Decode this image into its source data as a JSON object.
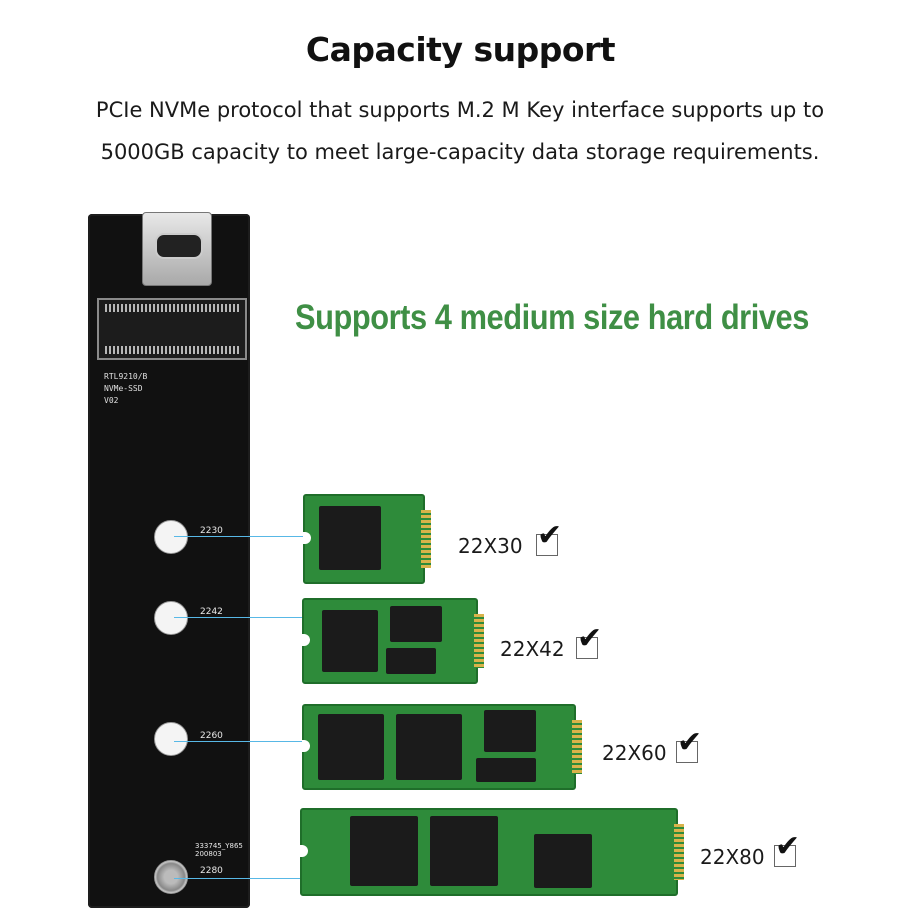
{
  "title": "Capacity support",
  "description": {
    "line1": "PCIe NVMe protocol that supports M.2 M Key interface supports up to",
    "line2": "5000GB capacity to meet large-capacity data storage requirements."
  },
  "headline": "Supports 4 medium size hard drives",
  "board": {
    "silkscreen": [
      "RTL9210/B",
      "NVMe-SSD",
      "V02"
    ],
    "serial": "333745_Y865\n200803",
    "hole_labels": [
      "2230",
      "2242",
      "2260",
      "2280"
    ]
  },
  "drives": [
    {
      "size": "22X30",
      "checked": true
    },
    {
      "size": "22X42",
      "checked": true
    },
    {
      "size": "22X60",
      "checked": true
    },
    {
      "size": "22X80",
      "checked": true
    }
  ],
  "colors": {
    "headline": "#3f8f45",
    "pcb_green": "#2e8b3a",
    "board_black": "#111111",
    "guide_line": "#58b8e6"
  },
  "icons": {
    "checkmark": "check-icon"
  }
}
